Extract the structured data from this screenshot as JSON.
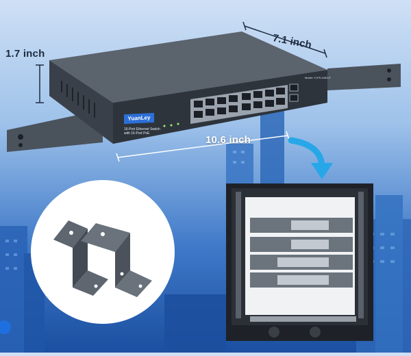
{
  "dimensions": {
    "height_label": "1.7 inch",
    "depth_label": "7.1 inch",
    "width_label": "10.6 inch"
  },
  "product": {
    "brand": "YuanLey",
    "spec_line_1": "16-Port Ethernet Switch",
    "spec_line_2": "with 16-Port PoE",
    "model": "Model: YLPS-0163-P"
  },
  "colors": {
    "sky_top": "#cfe0f5",
    "sky_bottom": "#1b4fa0",
    "switch_body": "#3f4650",
    "brand_badge": "#2c6fd6",
    "arrow": "#27a7e8"
  },
  "icons": {
    "arrow": "curved-arrow-icon",
    "bracket": "rack-mount-bracket-icon"
  }
}
